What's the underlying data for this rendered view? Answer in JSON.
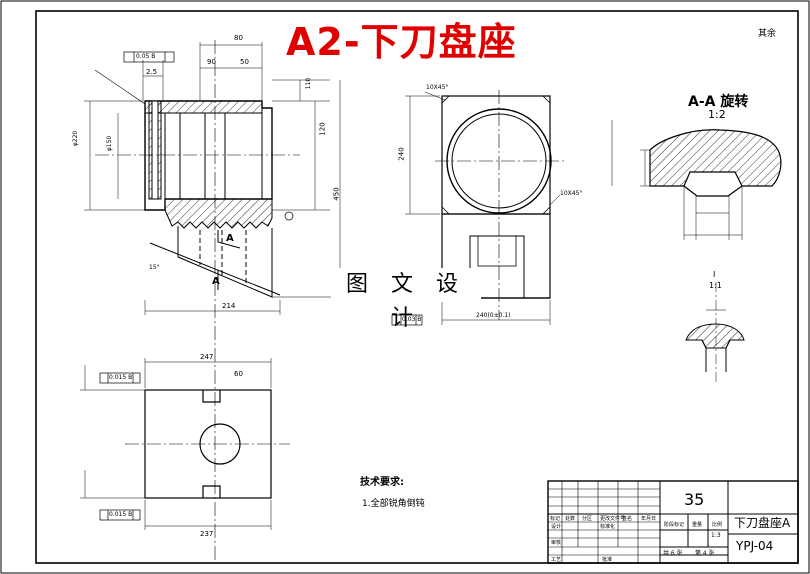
{
  "drawing": {
    "title": "A2-下刀盘座",
    "watermark": "图 文 设 计",
    "corner_note": "其余"
  },
  "section_view": {
    "title": "A-A 旋转",
    "scale": "1:2"
  },
  "detail_view": {
    "title": "I",
    "scale": "1:1"
  },
  "tech_req": {
    "heading": "技术要求:",
    "item1": "1.全部锐角倒钝"
  },
  "title_block": {
    "material": "35",
    "part_name": "下刀盘座A",
    "drawing_no": "YPJ-04",
    "scale_value": "1:3",
    "sheets_total": "共 6 张",
    "sheet_no": "第 4 张",
    "label_stage": "阶段标记",
    "label_weight": "重量",
    "label_scale": "比例",
    "label_design": "设计",
    "label_std": "标准化",
    "label_check": "审核",
    "label_process": "工艺",
    "label_approve": "批准",
    "label_mark": "标记",
    "label_count": "处数",
    "label_zone": "分区",
    "label_change": "更改文件号",
    "label_sign": "签名",
    "label_date": "年月日"
  },
  "dimensions": {
    "d_80": "80",
    "d_90": "90",
    "d_50": "50",
    "d_110": "110",
    "d_120": "120",
    "d_450": "450",
    "d_214": "214",
    "d_240": "240",
    "d_247": "247",
    "d_237": "237",
    "d_60": "60",
    "d_25": "2.5",
    "d_15": "15°",
    "d_240pitch": "240(0±0.1)",
    "d_phi_top": "φ220",
    "d_phi_inner": "φ150",
    "tol_top": "0.05 B",
    "tol_left1": "0.015 B",
    "tol_left2": "0.015 B",
    "tol_mid": "0.03 B",
    "chamfer1": "10X45°",
    "chamfer2": "10X45°",
    "section_a": "A",
    "section_a2": "A"
  }
}
